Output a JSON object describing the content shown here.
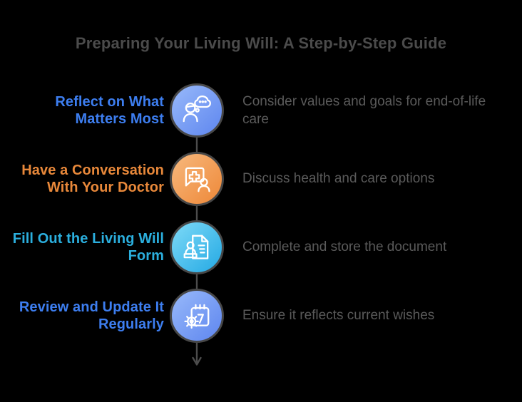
{
  "page": {
    "background_color": "#000000",
    "connector_color": "#4C4C4C"
  },
  "title": "Preparing Your Living Will: A Step-by-Step Guide",
  "title_color": "#4B4B4B",
  "steps": [
    {
      "title": "Reflect on What Matters Most",
      "description": "Consider values and goals for end-of-life care",
      "title_color": "#3D7EF0",
      "icon": "person-thinking-icon",
      "circle_gradient": [
        "#98B9FA",
        "#5E86EF"
      ]
    },
    {
      "title": "Have a Conversation With Your Doctor",
      "description": "Discuss health and care options",
      "title_color": "#E8883A",
      "icon": "doctor-chat-icon",
      "circle_gradient": [
        "#F7B97E",
        "#EE8838"
      ]
    },
    {
      "title": "Fill Out the Living Will Form",
      "description": "Complete and store the document",
      "title_color": "#2BAFDE",
      "icon": "document-stamp-icon",
      "circle_gradient": [
        "#7EDAF7",
        "#24A9E4"
      ]
    },
    {
      "title": "Review and Update It Regularly",
      "description": "Ensure it reflects current wishes",
      "title_color": "#3D7EF0",
      "icon": "calendar-gear-icon",
      "circle_gradient": [
        "#98B9FA",
        "#5E86EF"
      ]
    }
  ]
}
